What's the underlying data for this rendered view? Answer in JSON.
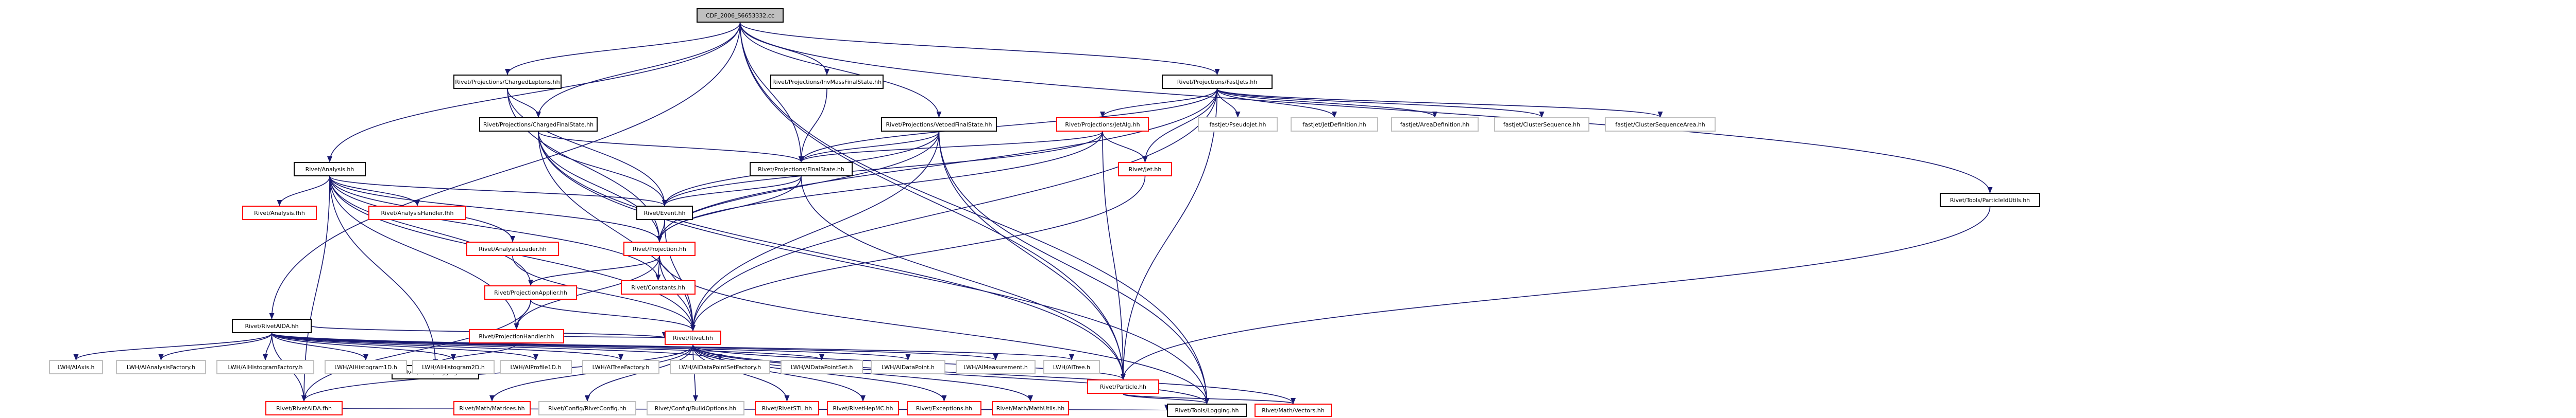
{
  "diagram": {
    "type": "include-dependency-graph",
    "nodes": [
      {
        "id": "root",
        "label": "CDF_2006_S6653332.cc",
        "style": "root"
      },
      {
        "id": "chlep",
        "label": "Rivet/Projections/ChargedLeptons.hh",
        "style": "black"
      },
      {
        "id": "invmass",
        "label": "Rivet/Projections/InvMassFinalState.hh",
        "style": "black"
      },
      {
        "id": "fastjets",
        "label": "Rivet/Projections/FastJets.hh",
        "style": "black"
      },
      {
        "id": "chfs",
        "label": "Rivet/Projections/ChargedFinalState.hh",
        "style": "black"
      },
      {
        "id": "vetoed",
        "label": "Rivet/Projections/VetoedFinalState.hh",
        "style": "black"
      },
      {
        "id": "jetalg",
        "label": "Rivet/Projections/JetAlg.hh",
        "style": "red"
      },
      {
        "id": "pseudojet",
        "label": "fastjet/PseudoJet.hh",
        "style": "gray"
      },
      {
        "id": "jetdef",
        "label": "fastjet/JetDefinition.hh",
        "style": "gray"
      },
      {
        "id": "areadef",
        "label": "fastjet/AreaDefinition.hh",
        "style": "gray"
      },
      {
        "id": "clseq",
        "label": "fastjet/ClusterSequence.hh",
        "style": "gray"
      },
      {
        "id": "clseqarea",
        "label": "fastjet/ClusterSequenceArea.hh",
        "style": "gray"
      },
      {
        "id": "analysis",
        "label": "Rivet/Analysis.hh",
        "style": "black"
      },
      {
        "id": "finalstate",
        "label": "Rivet/Projections/FinalState.hh",
        "style": "black"
      },
      {
        "id": "jet",
        "label": "Rivet/Jet.hh",
        "style": "red"
      },
      {
        "id": "pidutils",
        "label": "Rivet/Tools/ParticleIdUtils.hh",
        "style": "black"
      },
      {
        "id": "analysisfhh",
        "label": "Rivet/Analysis.fhh",
        "style": "red"
      },
      {
        "id": "ahandler",
        "label": "Rivet/AnalysisHandler.fhh",
        "style": "red"
      },
      {
        "id": "event",
        "label": "Rivet/Event.hh",
        "style": "black"
      },
      {
        "id": "aloader",
        "label": "Rivet/AnalysisLoader.hh",
        "style": "red"
      },
      {
        "id": "projection",
        "label": "Rivet/Projection.hh",
        "style": "red"
      },
      {
        "id": "constants",
        "label": "Rivet/Constants.hh",
        "style": "red"
      },
      {
        "id": "papplier",
        "label": "Rivet/ProjectionApplier.hh",
        "style": "red"
      },
      {
        "id": "phandler",
        "label": "Rivet/ProjectionHandler.hh",
        "style": "red"
      },
      {
        "id": "rivetaida",
        "label": "Rivet/RivetAIDA.hh",
        "style": "black"
      },
      {
        "id": "logfhh",
        "label": "Rivet/Tools/Logging.fhh",
        "style": "black"
      },
      {
        "id": "rivethh",
        "label": "Rivet/Rivet.hh",
        "style": "red"
      },
      {
        "id": "aaxis",
        "label": "LWH/AIAxis.h",
        "style": "gray"
      },
      {
        "id": "aanfactory",
        "label": "LWH/AIAnalysisFactory.h",
        "style": "gray"
      },
      {
        "id": "ahistfactory",
        "label": "LWH/AIHistogramFactory.h",
        "style": "gray"
      },
      {
        "id": "ahist1d",
        "label": "LWH/AIHistogram1D.h",
        "style": "gray"
      },
      {
        "id": "ahist2d",
        "label": "LWH/AIHistogram2D.h",
        "style": "gray"
      },
      {
        "id": "aprofile",
        "label": "LWH/AIProfile1D.h",
        "style": "gray"
      },
      {
        "id": "atreefactory",
        "label": "LWH/AITreeFactory.h",
        "style": "gray"
      },
      {
        "id": "adpsfactory",
        "label": "LWH/AIDataPointSetFactory.h",
        "style": "gray"
      },
      {
        "id": "adpset",
        "label": "LWH/AIDataPointSet.h",
        "style": "gray"
      },
      {
        "id": "adpoint",
        "label": "LWH/AIDataPoint.h",
        "style": "gray"
      },
      {
        "id": "ameas",
        "label": "LWH/AIMeasurement.h",
        "style": "gray"
      },
      {
        "id": "atree",
        "label": "LWH/AITree.h",
        "style": "gray"
      },
      {
        "id": "rivetaidafhh",
        "label": "Rivet/RivetAIDA.fhh",
        "style": "red"
      },
      {
        "id": "matrices",
        "label": "Rivet/Math/Matrices.hh",
        "style": "red"
      },
      {
        "id": "rivetconfig",
        "label": "Rivet/Config/RivetConfig.hh",
        "style": "gray"
      },
      {
        "id": "buildopts",
        "label": "Rivet/Config/BuildOptions.hh",
        "style": "gray"
      },
      {
        "id": "rivetstl",
        "label": "Rivet/RivetSTL.hh",
        "style": "red"
      },
      {
        "id": "hepmc",
        "label": "Rivet/RivetHepMC.hh",
        "style": "red"
      },
      {
        "id": "exceptions",
        "label": "Rivet/Exceptions.hh",
        "style": "red"
      },
      {
        "id": "mathutils",
        "label": "Rivet/Math/MathUtils.hh",
        "style": "red"
      },
      {
        "id": "particle",
        "label": "Rivet/Particle.hh",
        "style": "red"
      },
      {
        "id": "loghh",
        "label": "Rivet/Tools/Logging.hh",
        "style": "black"
      },
      {
        "id": "vectors",
        "label": "Rivet/Math/Vectors.hh",
        "style": "red"
      }
    ],
    "edges": [
      [
        "root",
        "chlep"
      ],
      [
        "root",
        "invmass"
      ],
      [
        "root",
        "fastjets"
      ],
      [
        "root",
        "analysis"
      ],
      [
        "root",
        "rivetaida"
      ],
      [
        "root",
        "chfs"
      ],
      [
        "root",
        "vetoed"
      ],
      [
        "root",
        "finalstate"
      ],
      [
        "root",
        "pidutils"
      ],
      [
        "root",
        "loghh"
      ],
      [
        "root",
        "particle"
      ],
      [
        "chlep",
        "chfs"
      ],
      [
        "chlep",
        "event"
      ],
      [
        "chlep",
        "projection"
      ],
      [
        "invmass",
        "finalstate"
      ],
      [
        "fastjets",
        "jetalg"
      ],
      [
        "fastjets",
        "pseudojet"
      ],
      [
        "fastjets",
        "jetdef"
      ],
      [
        "fastjets",
        "areadef"
      ],
      [
        "fastjets",
        "clseq"
      ],
      [
        "fastjets",
        "clseqarea"
      ],
      [
        "fastjets",
        "jet"
      ],
      [
        "fastjets",
        "projection"
      ],
      [
        "fastjets",
        "finalstate"
      ],
      [
        "fastjets",
        "particle"
      ],
      [
        "fastjets",
        "rivethh"
      ],
      [
        "chfs",
        "finalstate"
      ],
      [
        "chfs",
        "event"
      ],
      [
        "chfs",
        "projection"
      ],
      [
        "chfs",
        "rivethh"
      ],
      [
        "chfs",
        "particle"
      ],
      [
        "chfs",
        "loghh"
      ],
      [
        "vetoed",
        "finalstate"
      ],
      [
        "vetoed",
        "event"
      ],
      [
        "vetoed",
        "projection"
      ],
      [
        "vetoed",
        "rivethh"
      ],
      [
        "vetoed",
        "particle"
      ],
      [
        "vetoed",
        "loghh"
      ],
      [
        "jetalg",
        "jet"
      ],
      [
        "jetalg",
        "finalstate"
      ],
      [
        "jetalg",
        "projection"
      ],
      [
        "jetalg",
        "particle"
      ],
      [
        "jetalg",
        "event"
      ],
      [
        "jet",
        "rivethh"
      ],
      [
        "finalstate",
        "projection"
      ],
      [
        "finalstate",
        "particle"
      ],
      [
        "finalstate",
        "event"
      ],
      [
        "pidutils",
        "particle"
      ],
      [
        "analysis",
        "analysisfhh"
      ],
      [
        "analysis",
        "ahandler"
      ],
      [
        "analysis",
        "event"
      ],
      [
        "analysis",
        "aloader"
      ],
      [
        "analysis",
        "projection"
      ],
      [
        "analysis",
        "constants"
      ],
      [
        "analysis",
        "papplier"
      ],
      [
        "analysis",
        "phandler"
      ],
      [
        "analysis",
        "rivethh"
      ],
      [
        "analysis",
        "rivetaidafhh"
      ],
      [
        "analysis",
        "logfhh"
      ],
      [
        "event",
        "projection"
      ],
      [
        "event",
        "rivethh"
      ],
      [
        "aloader",
        "rivethh"
      ],
      [
        "projection",
        "constants"
      ],
      [
        "projection",
        "papplier"
      ],
      [
        "projection",
        "phandler"
      ],
      [
        "projection",
        "rivethh"
      ],
      [
        "projection",
        "loghh"
      ],
      [
        "papplier",
        "phandler"
      ],
      [
        "papplier",
        "rivethh"
      ],
      [
        "papplier",
        "rivetaidafhh"
      ],
      [
        "phandler",
        "rivethh"
      ],
      [
        "phandler",
        "logfhh"
      ],
      [
        "rivetaida",
        "aaxis"
      ],
      [
        "rivetaida",
        "aanfactory"
      ],
      [
        "rivetaida",
        "ahistfactory"
      ],
      [
        "rivetaida",
        "ahist1d"
      ],
      [
        "rivetaida",
        "ahist2d"
      ],
      [
        "rivetaida",
        "aprofile"
      ],
      [
        "rivetaida",
        "atreefactory"
      ],
      [
        "rivetaida",
        "adpsfactory"
      ],
      [
        "rivetaida",
        "adpset"
      ],
      [
        "rivetaida",
        "adpoint"
      ],
      [
        "rivetaida",
        "ameas"
      ],
      [
        "rivetaida",
        "atree"
      ],
      [
        "rivetaida",
        "rivetaidafhh"
      ],
      [
        "rivetaida",
        "rivethh"
      ],
      [
        "rivethh",
        "rivetaidafhh"
      ],
      [
        "rivethh",
        "matrices"
      ],
      [
        "rivethh",
        "rivetconfig"
      ],
      [
        "rivethh",
        "buildopts"
      ],
      [
        "rivethh",
        "rivetstl"
      ],
      [
        "rivethh",
        "hepmc"
      ],
      [
        "rivethh",
        "exceptions"
      ],
      [
        "rivethh",
        "mathutils"
      ],
      [
        "rivethh",
        "particle"
      ],
      [
        "rivethh",
        "loghh"
      ],
      [
        "rivethh",
        "vectors"
      ],
      [
        "particle",
        "loghh"
      ],
      [
        "particle",
        "vectors"
      ],
      [
        "rivetaidafhh",
        "loghh"
      ]
    ],
    "colors": {
      "edge": "#191970",
      "node_border": "#000000",
      "link_border": "#ff0000",
      "external_border": "#bfbfbf",
      "root_fill": "#bfbfbf"
    }
  }
}
